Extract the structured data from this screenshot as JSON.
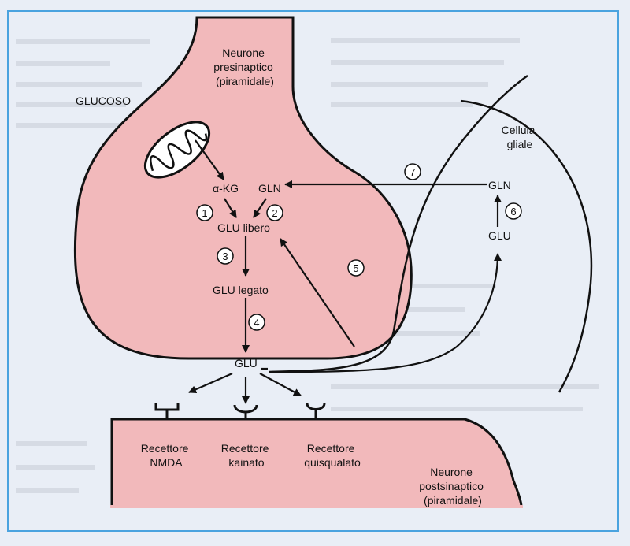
{
  "colors": {
    "page_bg": "#e9eef6",
    "frame_border": "#4aa3df",
    "neuron_fill": "#f2b9bb",
    "outline": "#111111",
    "background_text": "#b9c0cc"
  },
  "presynaptic": {
    "title_lines": [
      "Neurone",
      "presinaptico",
      "(piramidale)"
    ],
    "glucose": "GLUCOSO",
    "akg": "α-KG",
    "gln": "GLN",
    "glu_free": "GLU libero",
    "glu_bound": "GLU legato"
  },
  "cleft": {
    "glu": "GLU"
  },
  "glial": {
    "title_lines": [
      "Cellula",
      "gliale"
    ],
    "gln": "GLN",
    "glu": "GLU"
  },
  "steps": [
    "1",
    "2",
    "3",
    "4",
    "5",
    "6",
    "7"
  ],
  "receptors": [
    {
      "lines": [
        "Recettore",
        "NMDA"
      ]
    },
    {
      "lines": [
        "Recettore",
        "kainato"
      ]
    },
    {
      "lines": [
        "Recettore",
        "quisqualato"
      ]
    }
  ],
  "postsynaptic": {
    "title_lines": [
      "Neurone",
      "postsinaptico",
      "(piramidale)"
    ]
  }
}
